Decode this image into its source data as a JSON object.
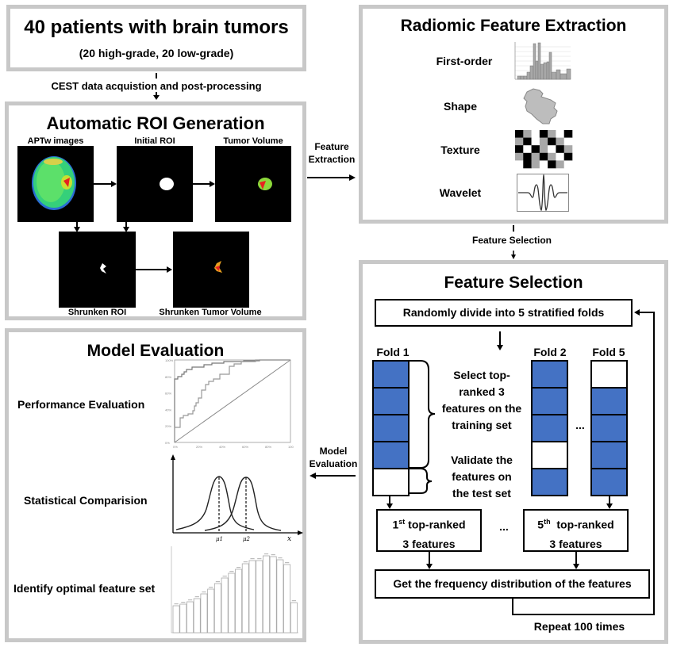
{
  "patients_box": {
    "title": "40 patients with brain tumors",
    "subtitle": "(20 high-grade, 20 low-grade)"
  },
  "arrow_labels": {
    "cest": "CEST data acquistion and post-processing",
    "feature_extraction_1": "Feature",
    "feature_extraction_2": "Extraction",
    "feature_selection": "Feature Selection",
    "model_evaluation_1": "Model",
    "model_evaluation_2": "Evaluation"
  },
  "roi_panel": {
    "title": "Automatic ROI Generation",
    "images": [
      {
        "label": "APTw images"
      },
      {
        "label": "Initial ROI"
      },
      {
        "label": "Tumor Volume"
      },
      {
        "label": "Shrunken ROI"
      },
      {
        "label": "Shrunken Tumor Volume"
      }
    ]
  },
  "radiomic_panel": {
    "title": "Radiomic Feature Extraction",
    "features": [
      {
        "label": "First-order",
        "icon": "histogram-icon"
      },
      {
        "label": "Shape",
        "icon": "shape-icon"
      },
      {
        "label": "Texture",
        "icon": "texture-checker-icon"
      },
      {
        "label": "Wavelet",
        "icon": "wavelet-icon"
      }
    ]
  },
  "selection_panel": {
    "title": "Feature Selection",
    "divide_box": "Randomly divide into 5 stratified folds",
    "folds": [
      {
        "label": "Fold 1",
        "test_index": 4
      },
      {
        "label": "Fold 2",
        "test_index": 3
      },
      {
        "label": "Fold 5",
        "test_index": 0
      }
    ],
    "ellipsis": "...",
    "train_text": [
      "Select top-",
      "ranked  3",
      "features on the",
      "training set"
    ],
    "test_text": [
      "Validate the",
      "features on",
      "the test set"
    ],
    "result_boxes": [
      {
        "num": "1",
        "sup": "st",
        "line1_rest": " top-ranked",
        "line2": "3 features"
      },
      {
        "num": "5",
        "sup": "th",
        "line1_rest": "  top-ranked",
        "line2": "3 features"
      }
    ],
    "freq_box": "Get the frequency distribution of the features",
    "repeat_label": "Repeat 100 times",
    "colors": {
      "train": "#4472c4",
      "test": "#ffffff"
    }
  },
  "evaluation_panel": {
    "title": "Model Evaluation",
    "rows": [
      {
        "label": "Performance Evaluation"
      },
      {
        "label": "Statistical Comparision"
      },
      {
        "label": "Identify optimal feature set"
      }
    ],
    "roc_ticks_y": [
      "100%",
      "80%",
      "60%",
      "40%",
      "20%",
      "0%"
    ],
    "roc_ticks_x": [
      "0%",
      "20%",
      "40%",
      "60%",
      "80%",
      "100"
    ],
    "dist_labels": {
      "mu1": "μ1",
      "mu2": "μ2",
      "x": "x"
    },
    "bar_relative_heights": [
      0.34,
      0.36,
      0.39,
      0.43,
      0.49,
      0.55,
      0.62,
      0.69,
      0.75,
      0.8,
      0.87,
      0.91,
      0.91,
      0.97,
      0.96,
      0.92,
      0.86,
      0.38
    ]
  }
}
